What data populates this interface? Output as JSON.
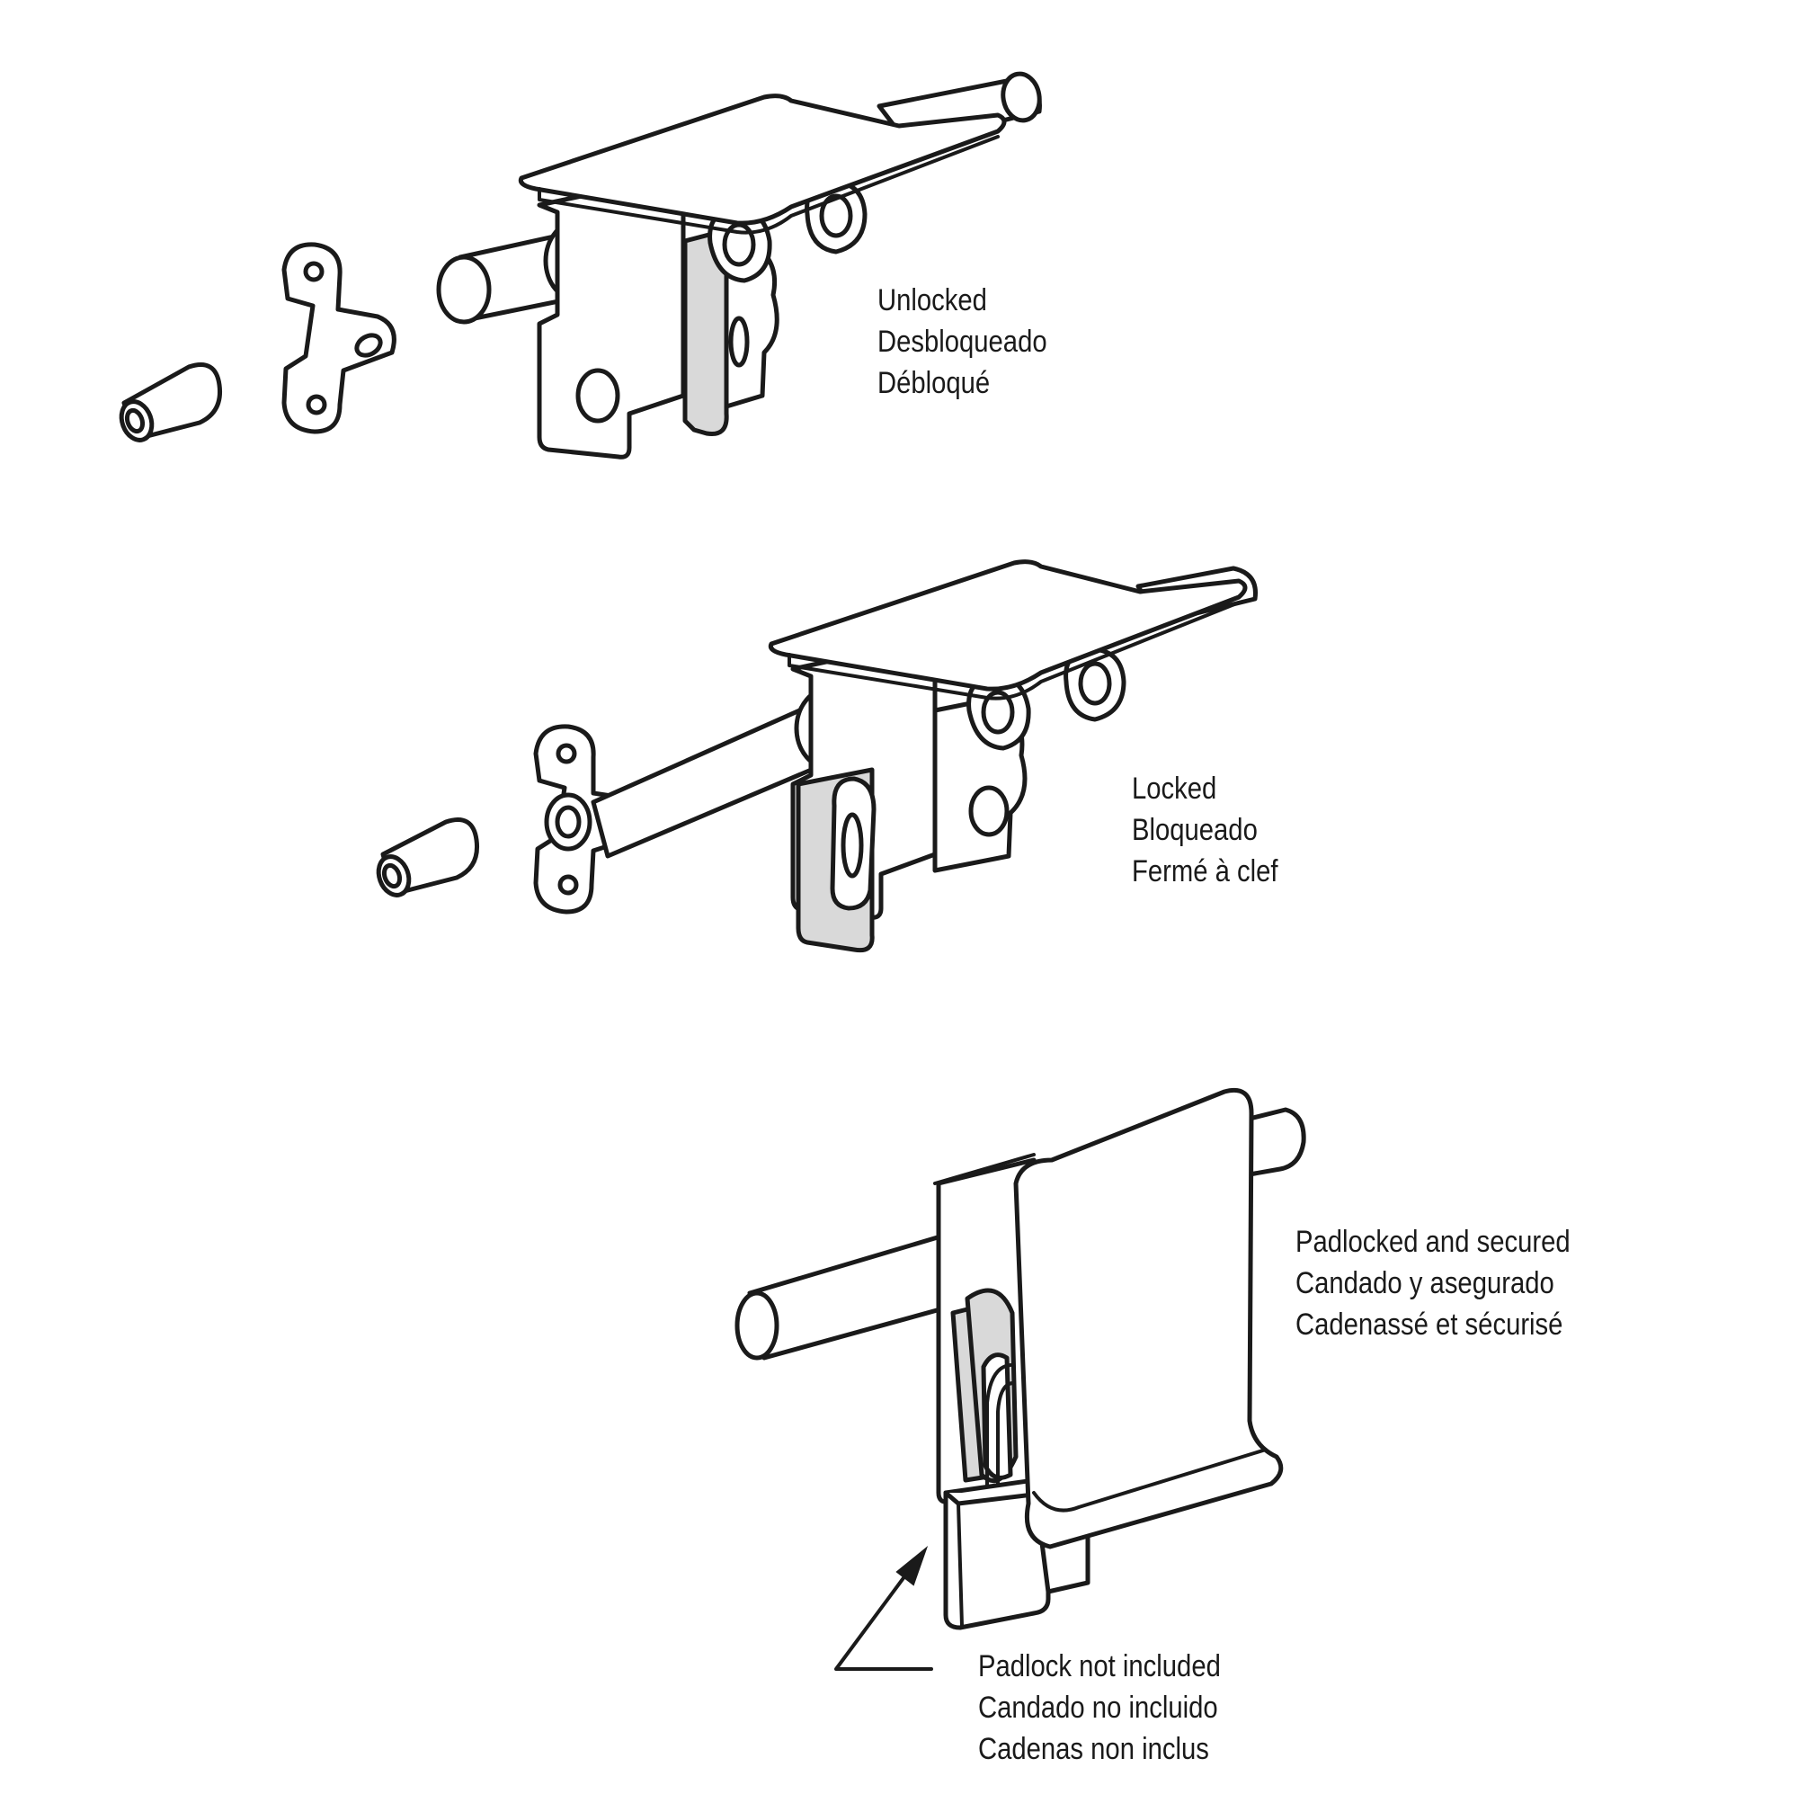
{
  "states": {
    "unlocked": [
      "Unlocked",
      "Desbloqueado",
      "Débloqué"
    ],
    "locked": [
      "Locked",
      "Bloqueado",
      "Fermé à clef"
    ],
    "padlocked": [
      "Padlocked and secured",
      "Candado y asegurado",
      "Cadenassé et sécurisé"
    ]
  },
  "callout": [
    "Padlock not included",
    "Candado no incluido",
    "Cadenas non inclus"
  ],
  "colors": {
    "line": "#1a1a1a",
    "shade": "#d9d9d9",
    "fill": "#ffffff"
  }
}
